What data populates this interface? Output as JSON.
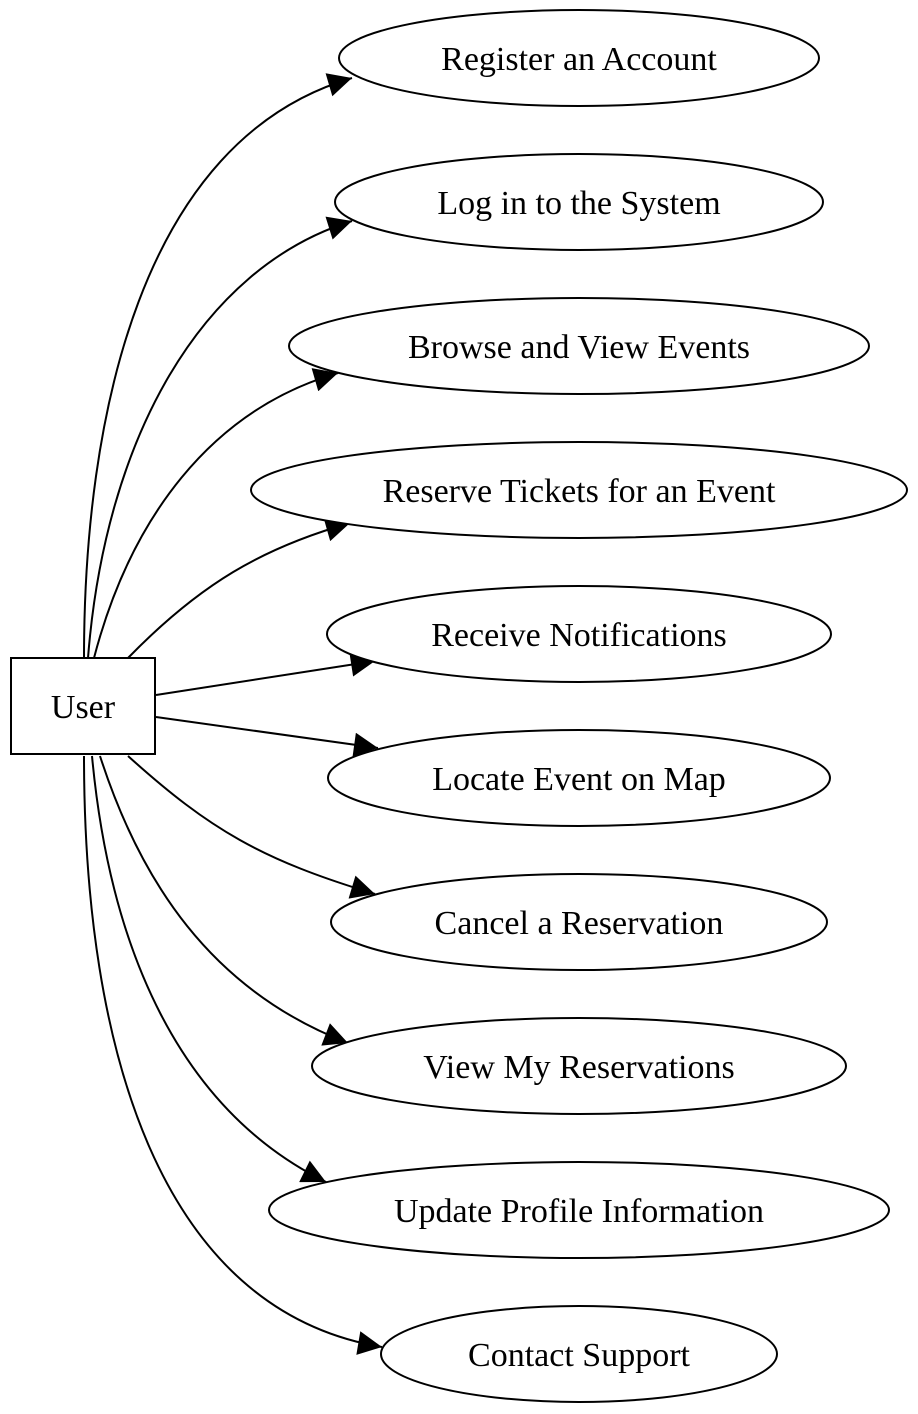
{
  "actor": {
    "label": "User"
  },
  "use_cases": [
    {
      "id": "register",
      "label": "Register an Account"
    },
    {
      "id": "login",
      "label": "Log in to the System"
    },
    {
      "id": "browse",
      "label": "Browse and View Events"
    },
    {
      "id": "reserve",
      "label": "Reserve Tickets for an Event"
    },
    {
      "id": "notifications",
      "label": "Receive Notifications"
    },
    {
      "id": "locate",
      "label": "Locate Event on Map"
    },
    {
      "id": "cancel",
      "label": "Cancel a Reservation"
    },
    {
      "id": "view-reservations",
      "label": "View My Reservations"
    },
    {
      "id": "update-profile",
      "label": "Update Profile Information"
    },
    {
      "id": "support",
      "label": "Contact Support"
    }
  ],
  "edges": [
    {
      "from": "actor",
      "to": "register"
    },
    {
      "from": "actor",
      "to": "login"
    },
    {
      "from": "actor",
      "to": "browse"
    },
    {
      "from": "actor",
      "to": "reserve"
    },
    {
      "from": "actor",
      "to": "notifications"
    },
    {
      "from": "actor",
      "to": "locate"
    },
    {
      "from": "actor",
      "to": "cancel"
    },
    {
      "from": "actor",
      "to": "view-reservations"
    },
    {
      "from": "actor",
      "to": "update-profile"
    },
    {
      "from": "actor",
      "to": "support"
    }
  ],
  "colors": {
    "stroke": "#000000",
    "fill": "#ffffff",
    "text": "#000000"
  }
}
